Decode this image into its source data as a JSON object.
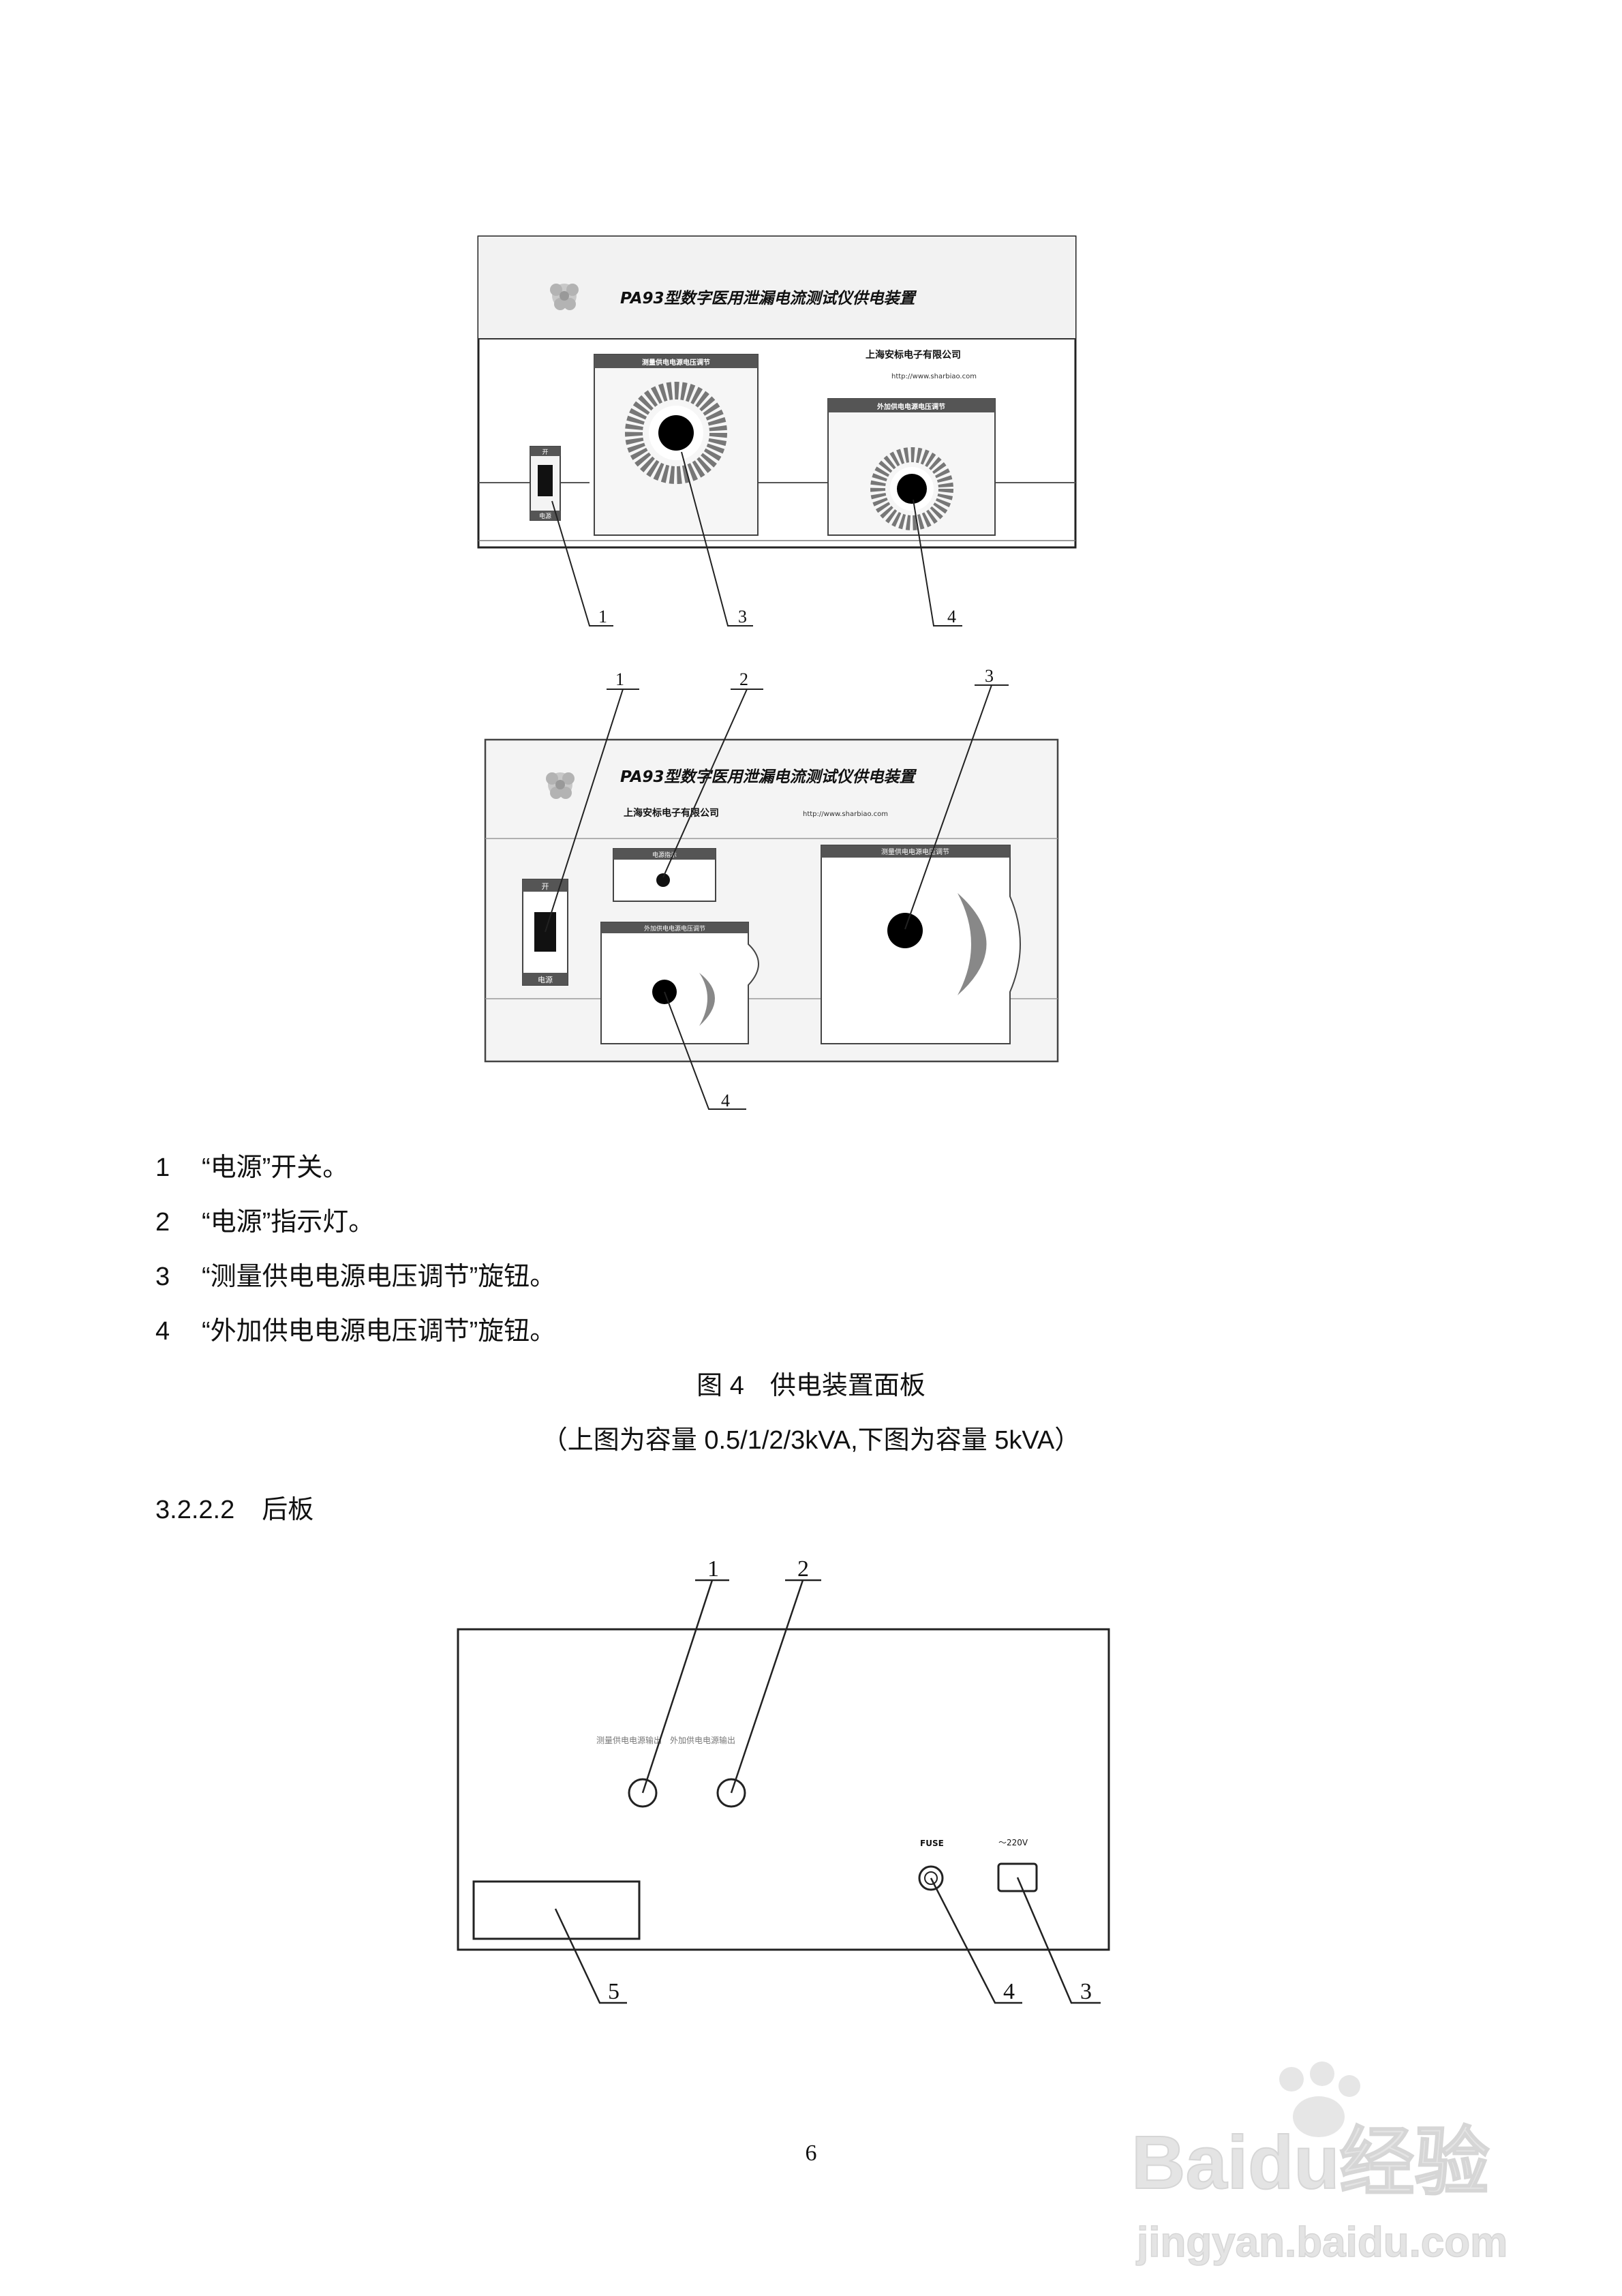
{
  "figure_top": {
    "title": "PA93型数字医用泄漏电流测试仪供电装置",
    "company": "上海安标电子有限公司",
    "url": "http://www.sharbiao.com",
    "knob_left_label": "测量供电电源电压调节",
    "knob_right_label": "外加供电电源电压调节",
    "switch_top_label": "开",
    "switch_bottom_label": "电源",
    "callouts": [
      "1",
      "3",
      "4"
    ]
  },
  "figure_bottom": {
    "title": "PA93型数字医用泄漏电流测试仪供电装置",
    "company": "上海安标电子有限公司",
    "url": "http://www.sharbiao.com",
    "indicator_label": "电源指示",
    "knob_small_label": "外加供电电源电压调节",
    "knob_large_label": "测量供电电源电压调节",
    "switch_top_label": "开",
    "switch_bottom_label": "电源",
    "callouts": [
      "1",
      "2",
      "3",
      "4"
    ]
  },
  "legend": [
    {
      "num": "1",
      "text": "“电源”开关。"
    },
    {
      "num": "2",
      "text": "“电源”指示灯。"
    },
    {
      "num": "3",
      "text": "“测量供电电源电压调节”旋钮。"
    },
    {
      "num": "4",
      "text": "“外加供电电源电压调节”旋钮。"
    }
  ],
  "caption": {
    "title": "图 4　供电装置面板",
    "subtitle": "（上图为容量 0.5/1/2/3kVA,下图为容量 5kVA）"
  },
  "section": {
    "number": "3.2.2.2",
    "title": "后板"
  },
  "figure_rear": {
    "output_label": "测量供电电源输出　外加供电电源输出",
    "fuse_label": "FUSE",
    "ac_label": "～220V",
    "callouts": [
      "1",
      "2",
      "3",
      "4",
      "5"
    ]
  },
  "page_number": "6",
  "watermark": {
    "brand": "Baidu经验",
    "url": "jingyan.baidu.com"
  }
}
